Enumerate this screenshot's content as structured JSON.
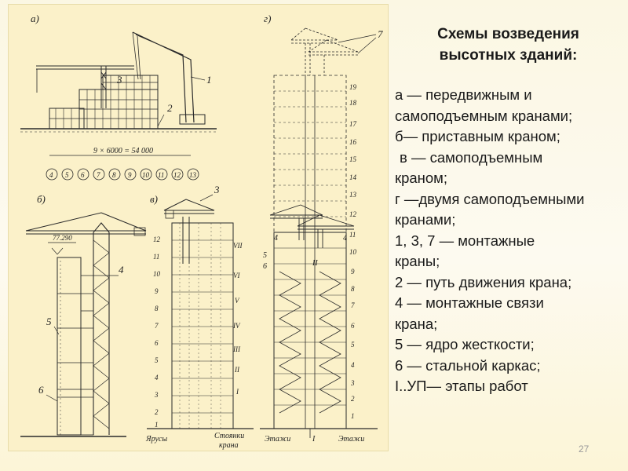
{
  "title_lines": [
    "Схемы возведения",
    "высотных зданий:"
  ],
  "legend_lines": [
    "а — передвижным и",
    "самоподъемным кранами;",
    "б— приставным краном;",
    " в — самоподъемным",
    "краном;",
    "г —двумя самоподъемными",
    "кранами;",
    "1, 3, 7 — монтажные",
    "краны;",
    "2 — путь движения крана;",
    "4 — монтажные связи",
    "крана;",
    "5 — ядро жесткости;",
    "6 — стальной каркас;",
    "I..УП— этапы работ"
  ],
  "page_number": "27",
  "figure": {
    "label_a": "а)",
    "label_b": "б)",
    "label_v": "в)",
    "label_g": "г)",
    "num_1": "1",
    "num_2": "2",
    "num_3": "3",
    "num_3v": "3",
    "num_4": "4",
    "num_5": "5",
    "num_6": "6",
    "num_7": "7",
    "elevation": "77.290",
    "span_text": "9 × 6000 = 54 000",
    "axes_a": [
      "4",
      "5",
      "6",
      "7",
      "8",
      "9",
      "10",
      "11",
      "12",
      "13"
    ],
    "levels_v": [
      "12",
      "11",
      "10",
      "9",
      "8",
      "7",
      "6",
      "5",
      "4",
      "3",
      "2",
      "1"
    ],
    "stages_v": [
      "VII",
      "VI",
      "V",
      "IV",
      "III",
      "II",
      "I"
    ],
    "floors_g": [
      "19",
      "18",
      "17",
      "16",
      "15",
      "14",
      "13",
      "12",
      "11",
      "10",
      "9",
      "8",
      "7",
      "6",
      "5",
      "4",
      "3",
      "2",
      "1"
    ],
    "caption_yarusy": "Ярусы",
    "caption_stoyanki": "Стоянки",
    "caption_krana": "крана",
    "caption_etazhi_l": "Этажи",
    "caption_etazhi_r": "Этажи",
    "axis_mark_g": "I",
    "stage_mark_g": "II"
  }
}
